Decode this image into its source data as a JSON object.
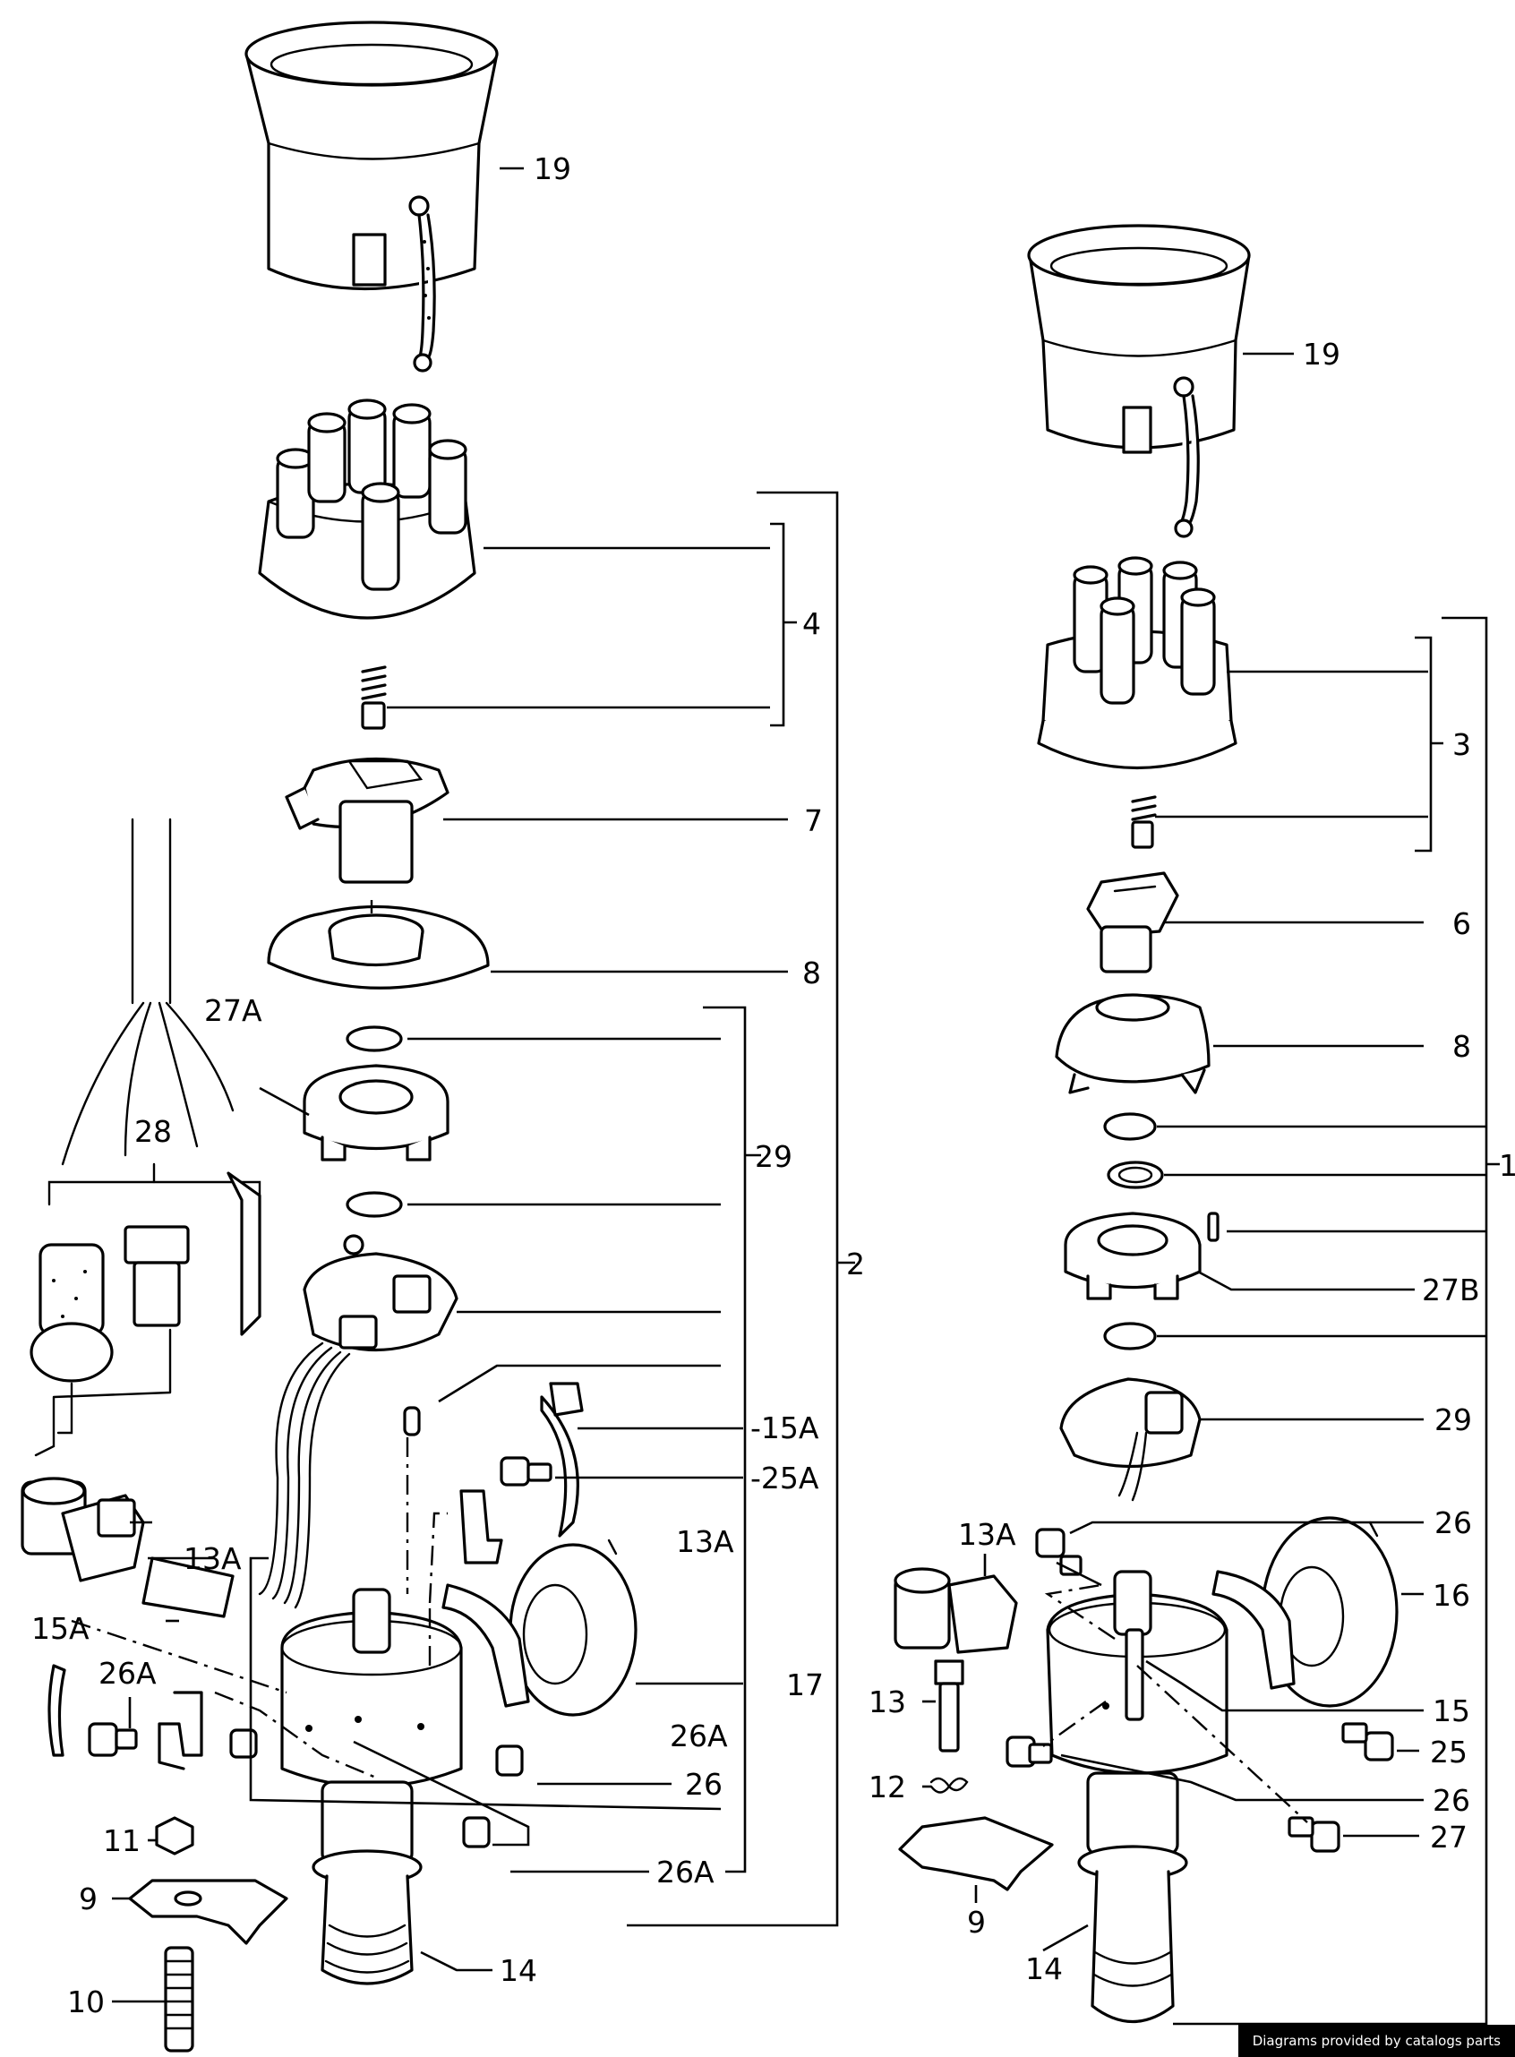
{
  "diagram": {
    "left_assembly": {
      "callouts": {
        "c19": "19",
        "c4": "4",
        "c7": "7",
        "c8": "8",
        "c2": "2",
        "c29": "29",
        "c27A": "27A",
        "c28": "28",
        "c15A_right": "-15A",
        "c25A": "-25A",
        "c13A_left": "13A",
        "c13A_right": "13A",
        "c15A_left": "15A",
        "c26A_a": "26A",
        "c26A_b": "26A",
        "c26A_c": "26A",
        "c17": "17",
        "c26": "26",
        "c11": "11",
        "c9": "9",
        "c10": "10",
        "c14": "14"
      }
    },
    "right_assembly": {
      "callouts": {
        "c19": "19",
        "c3": "3",
        "c6": "6",
        "c8": "8",
        "c1": "1",
        "c27B": "27B",
        "c29": "29",
        "c26_a": "26",
        "c13A": "13A",
        "c16": "16",
        "c13": "13",
        "c15": "15",
        "c25": "25",
        "c12": "12",
        "c26_b": "26",
        "c27": "27",
        "c9": "9",
        "c14": "14"
      }
    },
    "colors": {
      "line": "#000000",
      "background": "#ffffff"
    }
  },
  "credit": {
    "text": "Diagrams provided by catalogs parts"
  }
}
